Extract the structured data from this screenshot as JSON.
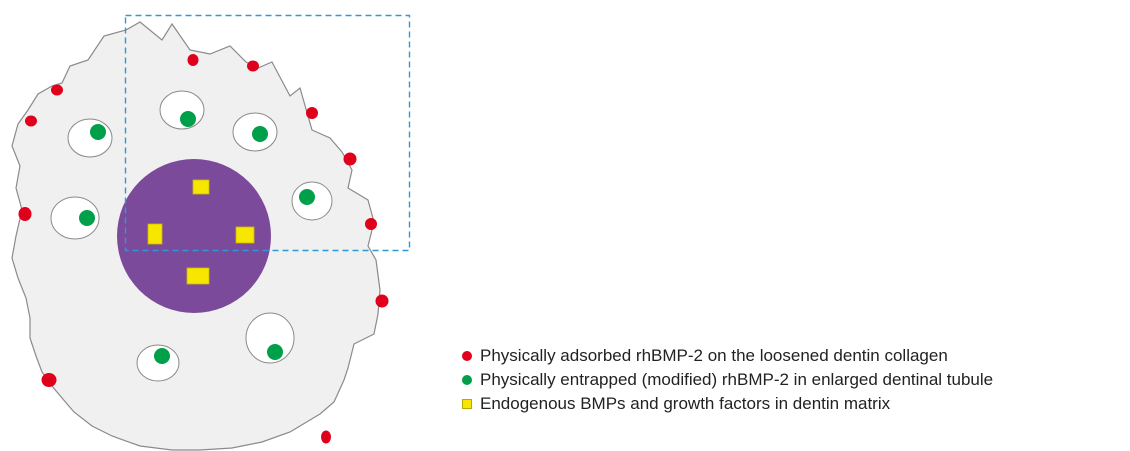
{
  "colors": {
    "dentin_fill": "#f0f0f0",
    "dentin_stroke": "#8a8a8a",
    "tubule_fill": "#ffffff",
    "red_dot": "#e0001b",
    "green_dot": "#00a04a",
    "purple_core": "#7b4a9a",
    "yellow_square": "#f7e600",
    "dashed_box": "#2a9ad8"
  },
  "legend": [
    {
      "marker": "circle",
      "color": "#e0001b",
      "label": "Physically adsorbed rhBMP-2 on the loosened dentin collagen"
    },
    {
      "marker": "circle",
      "color": "#00a04a",
      "label": "Physically entrapped (modified) rhBMP-2 in enlarged dentinal tubule"
    },
    {
      "marker": "square",
      "color": "#f7e600",
      "label": "Endogenous BMPs and growth factors in dentin matrix"
    }
  ]
}
